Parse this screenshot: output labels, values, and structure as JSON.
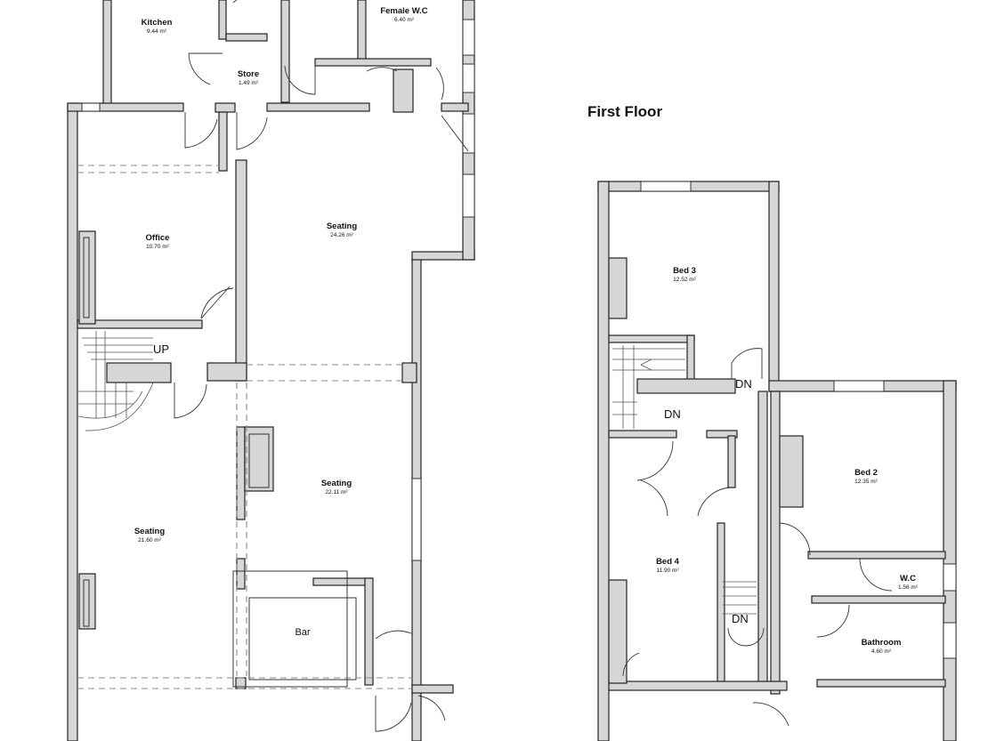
{
  "floor_titles": {
    "first_floor": "First Floor"
  },
  "ground_floor_rooms": {
    "kitchen": {
      "name": "Kitchen",
      "area": "9.44 m²"
    },
    "female_wc": {
      "name": "Female W.C",
      "area": "6.40 m²"
    },
    "store": {
      "name": "Store",
      "area": "1.49 m²"
    },
    "office": {
      "name": "Office",
      "area": "10.70 m²"
    },
    "seating_upper": {
      "name": "Seating",
      "area": "24.26 m²"
    },
    "seating_middle": {
      "name": "Seating",
      "area": "22.11 m²"
    },
    "seating_left": {
      "name": "Seating",
      "area": "21.60 m²"
    },
    "bar": {
      "name": "Bar"
    }
  },
  "first_floor_rooms": {
    "bed3": {
      "name": "Bed 3",
      "area": "12.52 m²"
    },
    "bed2": {
      "name": "Bed 2",
      "area": "12.35 m²"
    },
    "bed4": {
      "name": "Bed 4",
      "area": "11.90 m²"
    },
    "wc": {
      "name": "W.C",
      "area": "1.56 m²"
    },
    "bathroom": {
      "name": "Bathroom",
      "area": "4.60 m²"
    }
  },
  "stair_labels": {
    "up": "UP",
    "dn": "DN"
  }
}
